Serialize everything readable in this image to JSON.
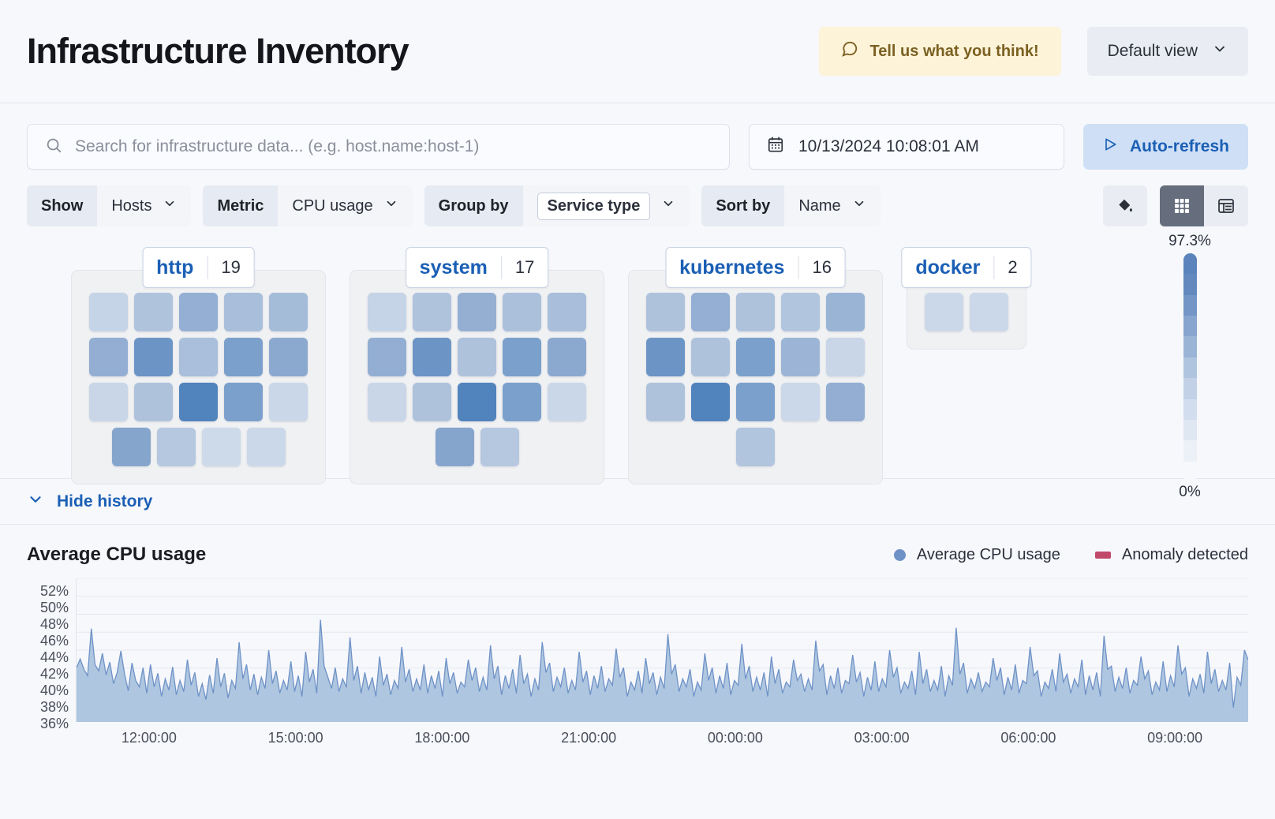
{
  "header": {
    "title": "Infrastructure Inventory",
    "feedback_label": "Tell us what you think!",
    "feedback_icon": "comment-icon",
    "view_label": "Default view",
    "view_chevron": "chevron-down-icon"
  },
  "search": {
    "placeholder": "Search for infrastructure data... (e.g. host.name:host-1)",
    "icon": "search-icon"
  },
  "datepicker": {
    "value": "10/13/2024 10:08:01 AM",
    "icon": "calendar-icon"
  },
  "refresh": {
    "label": "Auto-refresh",
    "icon": "play-icon"
  },
  "filters": [
    {
      "label": "Show",
      "value": "Hosts",
      "boxed": false
    },
    {
      "label": "Metric",
      "value": "CPU usage",
      "boxed": false
    },
    {
      "label": "Group by",
      "value": "Service type",
      "boxed": true
    },
    {
      "label": "Sort by",
      "value": "Name",
      "boxed": false
    }
  ],
  "toolbar": {
    "fill_icon": "paint-bucket-icon",
    "grid_icon": "grid-view-icon",
    "table_icon": "table-view-icon",
    "active_view": "grid"
  },
  "legend_scale": {
    "max_label": "97.3%",
    "min_label": "0%",
    "stops": [
      "#5B84BC",
      "#6389BE",
      "#7396C6",
      "#87A5CE",
      "#9AB4D6",
      "#AFC4DE",
      "#C2D1E6",
      "#D2DDEE",
      "#DFE7F2",
      "#ECF1F8",
      "#F6F8FC"
    ]
  },
  "groups": [
    {
      "name": "http",
      "count": "19",
      "rows": [
        [
          "#C5D4E6",
          "#AFC3DD",
          "#94AFD3",
          "#A8BEDA",
          "#A5BCD9"
        ],
        [
          "#93AED2",
          "#6C95C6",
          "#A9BFDB",
          "#7AA0CB",
          "#8BA9CF"
        ],
        [
          "#C8D6E8",
          "#AEC2DC",
          "#5183BC",
          "#7BA0CB",
          "#C9D7E8"
        ],
        [
          "#86A5CD",
          "#B6C8E0",
          "#CDDAEA",
          "#CBD8E9"
        ]
      ]
    },
    {
      "name": "system",
      "count": "17",
      "rows": [
        [
          "#C5D4E6",
          "#AFC3DD",
          "#95AFD3",
          "#ABC0DB",
          "#A8BEDA"
        ],
        [
          "#93AED2",
          "#6C95C6",
          "#AEC2DC",
          "#7AA0CB",
          "#8BA9CF"
        ],
        [
          "#C8D6E8",
          "#AEC2DC",
          "#5183BC",
          "#7BA0CB",
          "#C9D7E8"
        ],
        [
          "#86A5CD",
          "#B6C8E0"
        ]
      ]
    },
    {
      "name": "kubernetes",
      "count": "16",
      "rows": [
        [
          "#AEC2DC",
          "#94AFD3",
          "#AEC2DC",
          "#B2C5DE",
          "#9AB4D6"
        ],
        [
          "#6C95C6",
          "#AEC2DC",
          "#7BA0CB",
          "#9CB5D7",
          "#C8D6E8"
        ],
        [
          "#AEC2DC",
          "#5183BC",
          "#7BA0CB",
          "#CBD8E9",
          "#93AED2"
        ],
        [
          "#B2C5DE"
        ]
      ]
    },
    {
      "name": "docker",
      "count": "2",
      "rows": [
        [
          "#CBD8E9",
          "#CBD8E9"
        ]
      ]
    }
  ],
  "history": {
    "toggle_label": "Hide history",
    "toggle_icon": "chevron-down-icon"
  },
  "chart_data": {
    "type": "area",
    "title": "Average CPU usage",
    "xlabel": "",
    "ylabel": "",
    "grid": true,
    "legend_position": "top-right",
    "legend": [
      {
        "name": "Average CPU usage",
        "color": "#6E92C7",
        "marker": "circle"
      },
      {
        "name": "Anomaly detected",
        "color": "#C0486B",
        "marker": "square"
      }
    ],
    "yticks": [
      "52%",
      "50%",
      "48%",
      "46%",
      "44%",
      "42%",
      "40%",
      "38%",
      "36%"
    ],
    "ylim": [
      35,
      53
    ],
    "xticks": [
      "12:00:00",
      "15:00:00",
      "18:00:00",
      "21:00:00",
      "00:00:00",
      "03:00:00",
      "06:00:00",
      "09:00:00"
    ],
    "series": [
      {
        "name": "Average CPU usage",
        "color": "#6E92C7",
        "fill": "#AFC6E0",
        "values": [
          41.8,
          42.9,
          41.6,
          40.8,
          46.7,
          42.2,
          41.4,
          43.6,
          40.9,
          42.5,
          39.8,
          41.2,
          43.9,
          41.0,
          38.9,
          42.4,
          40.2,
          39.4,
          41.8,
          38.6,
          42.2,
          39.4,
          41.1,
          38.2,
          40.4,
          39.0,
          41.9,
          38.4,
          40.2,
          38.8,
          42.8,
          39.6,
          41.2,
          38.2,
          39.8,
          37.8,
          40.9,
          38.6,
          43.0,
          39.4,
          41.1,
          38.0,
          40.2,
          39.2,
          45.0,
          40.4,
          42.2,
          39.0,
          41.0,
          38.4,
          40.6,
          39.2,
          44.0,
          39.8,
          41.4,
          38.6,
          40.2,
          39.0,
          42.6,
          38.8,
          40.8,
          38.2,
          43.8,
          40.0,
          41.6,
          38.6,
          47.8,
          42.0,
          40.6,
          39.2,
          41.8,
          38.8,
          40.4,
          39.4,
          45.6,
          40.2,
          42.0,
          38.6,
          41.2,
          39.0,
          40.6,
          38.2,
          43.2,
          39.6,
          41.0,
          38.4,
          40.2,
          39.2,
          44.4,
          40.0,
          41.6,
          38.8,
          40.4,
          39.0,
          42.2,
          38.6,
          40.8,
          39.2,
          41.4,
          38.2,
          43.0,
          39.8,
          41.2,
          38.6,
          40.0,
          39.4,
          42.8,
          40.2,
          41.8,
          38.8,
          40.6,
          39.0,
          44.6,
          40.4,
          42.0,
          38.4,
          40.8,
          39.2,
          41.6,
          38.6,
          43.4,
          39.8,
          41.0,
          38.2,
          40.4,
          39.0,
          45.0,
          41.2,
          42.4,
          38.8,
          40.6,
          39.4,
          41.8,
          38.6,
          40.2,
          39.0,
          43.8,
          40.0,
          41.4,
          38.4,
          40.8,
          39.2,
          42.0,
          38.8,
          40.4,
          39.6,
          44.2,
          40.6,
          41.8,
          38.2,
          40.0,
          39.0,
          41.4,
          38.6,
          43.0,
          39.8,
          41.2,
          38.4,
          40.6,
          39.2,
          46.0,
          41.0,
          42.2,
          38.8,
          40.4,
          39.4,
          41.6,
          38.2,
          40.0,
          39.0,
          43.6,
          40.2,
          41.8,
          38.6,
          40.8,
          39.2,
          42.4,
          38.4,
          40.2,
          39.6,
          44.8,
          40.4,
          42.0,
          38.8,
          40.6,
          39.0,
          41.2,
          38.2,
          43.2,
          39.8,
          41.6,
          38.6,
          40.0,
          39.4,
          42.8,
          40.2,
          41.0,
          38.8,
          40.4,
          39.0,
          45.2,
          41.4,
          42.2,
          38.4,
          40.8,
          39.2,
          41.8,
          38.6,
          40.2,
          39.8,
          43.4,
          40.0,
          41.2,
          38.2,
          40.6,
          39.0,
          42.6,
          38.8,
          40.4,
          39.4,
          44.0,
          40.6,
          41.8,
          38.6,
          40.0,
          39.2,
          41.4,
          38.4,
          43.8,
          39.8,
          41.6,
          38.8,
          40.2,
          39.0,
          42.0,
          38.2,
          40.8,
          39.6,
          46.8,
          41.0,
          42.4,
          38.6,
          40.4,
          39.2,
          41.2,
          38.8,
          40.0,
          39.4,
          43.0,
          40.2,
          41.8,
          38.4,
          40.6,
          39.0,
          42.2,
          38.6,
          40.2,
          39.8,
          44.4,
          40.8,
          41.4,
          38.2,
          40.0,
          39.2,
          41.6,
          38.8,
          43.6,
          40.0,
          41.0,
          38.6,
          40.4,
          39.4,
          42.8,
          38.4,
          40.8,
          39.0,
          41.2,
          38.2,
          45.8,
          41.6,
          42.0,
          38.8,
          40.6,
          39.2,
          41.8,
          38.6,
          40.2,
          39.6,
          43.2,
          40.4,
          41.4,
          38.4,
          40.0,
          39.0,
          42.6,
          38.8,
          40.8,
          39.4,
          44.6,
          41.0,
          41.8,
          38.2,
          40.4,
          39.2,
          41.0,
          38.6,
          43.8,
          39.8,
          41.6,
          38.8,
          40.2,
          39.0,
          42.4,
          36.8,
          40.6,
          39.6,
          44.0,
          42.8
        ]
      }
    ]
  }
}
